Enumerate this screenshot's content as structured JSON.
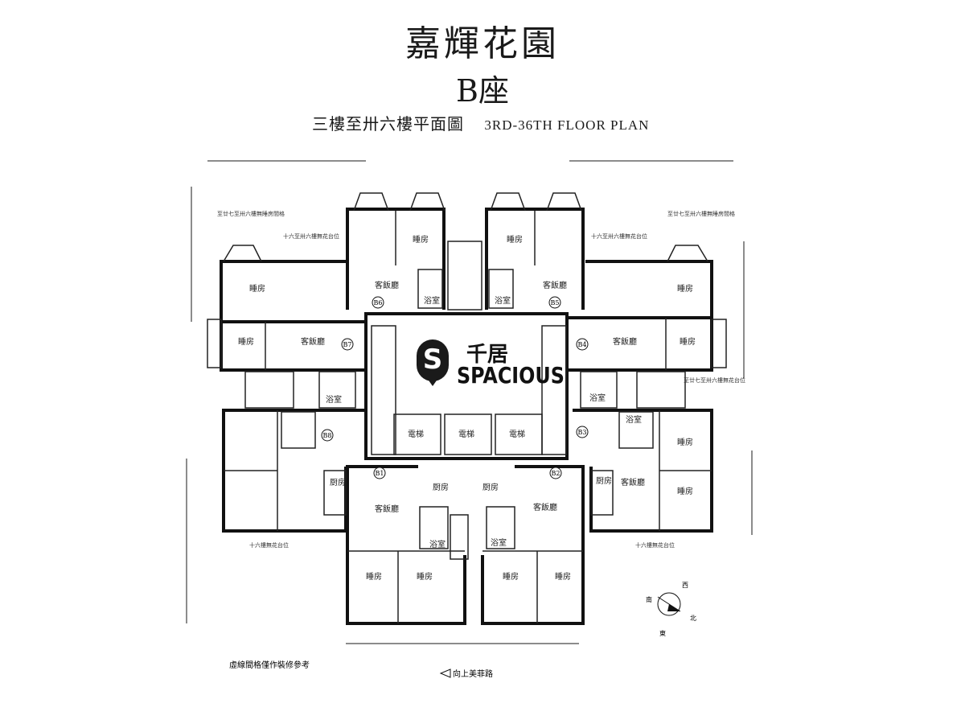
{
  "header": {
    "estate_name": "嘉輝花園",
    "block": "B座",
    "floor_range_cn": "三樓至卅六樓平面圖",
    "floor_range_en": "3RD-36TH FLOOR PLAN"
  },
  "units": {
    "b1": "B1",
    "b2": "B2",
    "b3": "B3",
    "b4": "B4",
    "b5": "B5",
    "b6": "B6",
    "b7": "B7",
    "b8": "B8"
  },
  "rooms": {
    "living": "客飯廳",
    "bedroom": "睡房",
    "kitchen": "厨房",
    "bathroom": "浴室",
    "lift": "電梯"
  },
  "notes": {
    "left_top": "至廿七至卅六樓無睡房間格",
    "right_top": "至廿七至卅六樓無睡房間格",
    "left_mid": "十六至卅六樓無花台位",
    "right_mid": "十六至卅六樓無花台位",
    "right_side": "至廿七至卅六樓無花台位",
    "left_bottom": "十六樓無花台位",
    "right_bottom": "十六樓無花台位",
    "disclaimer": "虛線間格僅作裝修參考",
    "street": "向上美菲路"
  },
  "compass": {
    "north": "北",
    "south": "南",
    "east": "東",
    "west": "西"
  },
  "watermark": {
    "brand_cn": "千居",
    "brand_en": "SPACIOUS",
    "mark": "S"
  }
}
